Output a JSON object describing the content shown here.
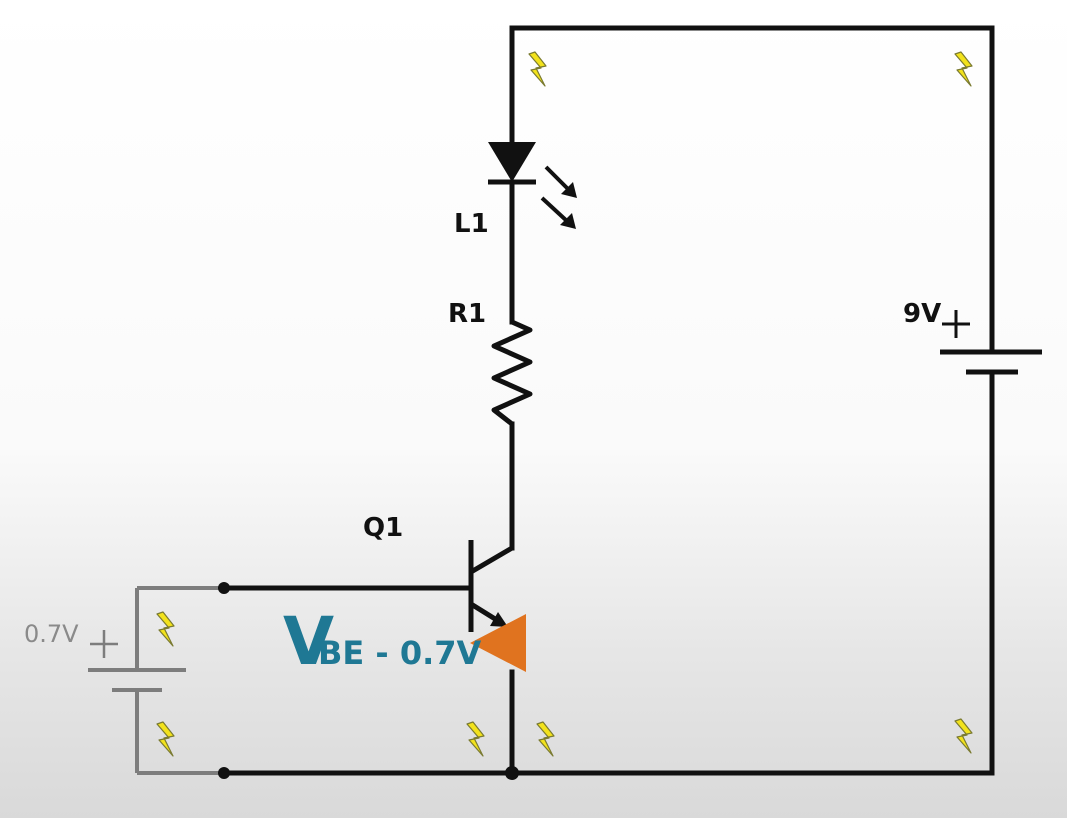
{
  "labels": {
    "led": "L1",
    "resistor": "R1",
    "transistor": "Q1",
    "main_battery": "9V",
    "base_battery": "0.7V",
    "vbe_v": "V",
    "vbe_rest": "BE - 0.7V"
  },
  "colors": {
    "wire": "#111111",
    "base_wire": "#7d7d7d",
    "spark": "#f2e21c",
    "spark_outline": "#7a7a30",
    "vbe_text": "#1f7894",
    "diode_arrow": "#e0731f"
  },
  "icons": {
    "current_marker": "lightning-bolt-icon",
    "diode_arrow": "triangle-arrow-icon"
  }
}
